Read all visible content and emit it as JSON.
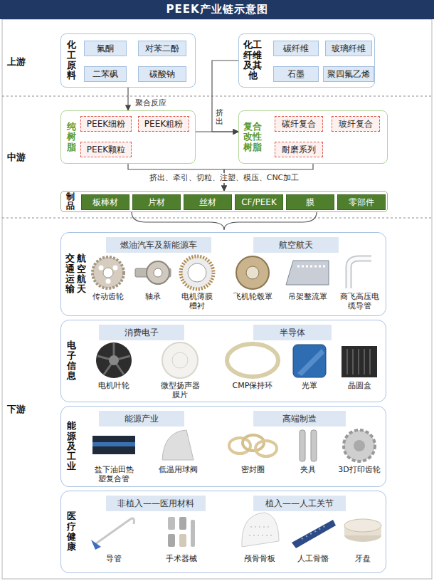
{
  "diagram": {
    "title": "PEEK产业链示意图",
    "nodes": [
      {
        "text": [
          "化工原料"
        ]
      },
      {
        "text": [
          "氟酮"
        ],
        "in": 0
      },
      {
        "text": [
          "对苯二酚"
        ],
        "in": 0
      },
      {
        "text": [
          "二苯砜"
        ],
        "in": 0
      },
      {
        "text": [
          "碳酸钠"
        ],
        "in": 0
      },
      {
        "text": [
          "化工纤维及其他"
        ]
      },
      {
        "text": [
          "碳纤维"
        ],
        "in": 5
      },
      {
        "text": [
          "玻璃纤维"
        ],
        "in": 5
      },
      {
        "text": [
          "石墨"
        ],
        "in": 5
      },
      {
        "text": [
          "聚四氟乙烯"
        ],
        "in": 5
      },
      {
        "text": [
          "纯树脂"
        ]
      },
      {
        "text": [
          "PEEK细粉"
        ],
        "in": 10
      },
      {
        "text": [
          "PEEK粗粉"
        ],
        "in": 10
      },
      {
        "text": [
          "PEEK颗粒"
        ],
        "in": 10
      },
      {
        "text": [
          "复合改性树脂"
        ]
      },
      {
        "text": [
          "碳纤复合"
        ],
        "in": 14
      },
      {
        "text": [
          "玻纤复合"
        ],
        "in": 14
      },
      {
        "text": [
          "耐磨系列"
        ],
        "in": 14
      },
      {
        "text": [
          "制品"
        ]
      },
      {
        "text": [
          "板棒材"
        ],
        "in": 18
      },
      {
        "text": [
          "片材"
        ],
        "in": 18
      },
      {
        "text": [
          "丝材"
        ],
        "in": 18
      },
      {
        "text": [
          "CF/PEEK"
        ],
        "in": 18
      },
      {
        "text": [
          "膜"
        ],
        "in": 18
      },
      {
        "text": [
          "零部件"
        ],
        "in": 18
      },
      {
        "text": [
          "交通运输",
          "航空航天"
        ]
      },
      {
        "text": [
          "燃油汽车及新能源车"
        ],
        "in": 25
      },
      {
        "text": [
          "航空航天"
        ],
        "in": 25
      },
      {
        "text": [
          "电子信息"
        ]
      },
      {
        "text": [
          "消费电子"
        ],
        "in": 28
      },
      {
        "text": [
          "半导体"
        ],
        "in": 28
      },
      {
        "text": [
          "能源及工业"
        ]
      },
      {
        "text": [
          "能源产业"
        ],
        "in": 31
      },
      {
        "text": [
          "高端制造"
        ],
        "in": 31
      },
      {
        "text": [
          "医疗健康"
        ]
      },
      {
        "text": [
          "非植入——医用材料"
        ],
        "in": 34
      },
      {
        "text": [
          "植入——人工关节"
        ],
        "in": 34
      }
    ],
    "edges": [
      {
        "from": 0,
        "to": 10,
        "arrow": "to",
        "label": "聚合反应"
      },
      {
        "from": 5,
        "to": 14,
        "arrow": "to"
      },
      {
        "from": 10,
        "to": 14,
        "arrow": "to",
        "label": "挤出"
      },
      {
        "from": 10,
        "to": 18,
        "arrow": "to",
        "label": "挤出、牵引、切粒、注塑、模压、CNC加工"
      },
      {
        "from": 14,
        "to": 18,
        "arrow": "to"
      }
    ],
    "labels": [
      "上游",
      "中游",
      "下游",
      "传动齿轮",
      "轴承",
      "电机薄膜槽衬",
      "飞机轮毂罩",
      "吊架整流罩",
      "商飞高压电缆导管",
      "电机叶轮",
      "微型扬声器膜片",
      "CMP保持环",
      "光罩",
      "晶圆盒",
      "盐下油田热塑复合管",
      "低温用球阀",
      "密封圈",
      "夹具",
      "3D打印齿轮",
      "导管",
      "手术器械",
      "颅骨骨板",
      "人工骨骼",
      "牙盘"
    ]
  }
}
